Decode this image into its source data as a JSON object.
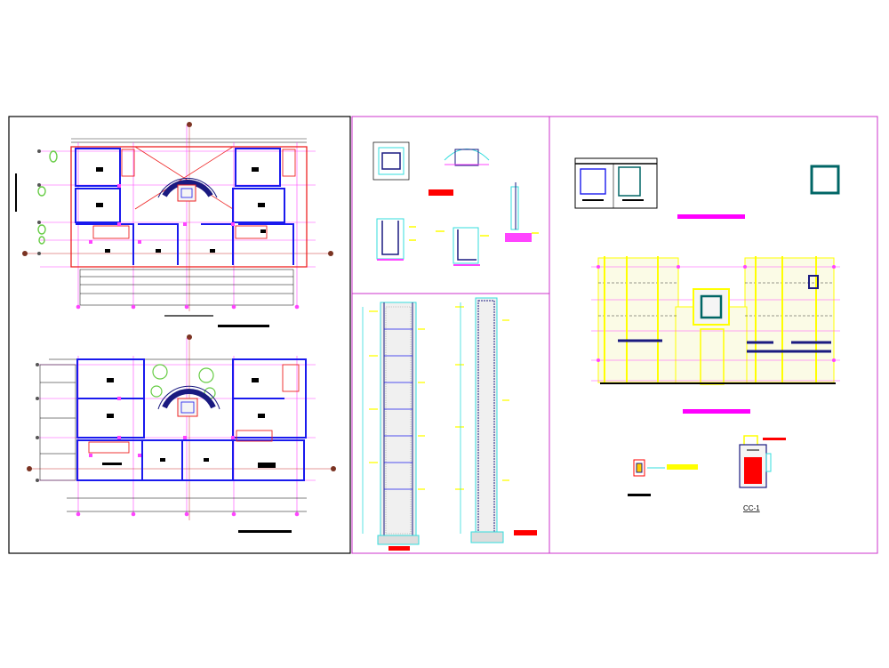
{
  "colors": {
    "background": "#ffffff",
    "sheet_border_left": "#000000",
    "sheet_border_magenta": "#cc33cc",
    "wall_red": "#ee2222",
    "wall_blue": "#1a1aee",
    "wall_navy": "#1a1a80",
    "grid_pink": "#ff44ff",
    "dim_black": "#000000",
    "yellow": "#ffff00",
    "cyan": "#33dddd",
    "green_tree": "#66cc44",
    "label_red": "#ff0000",
    "label_magenta": "#ff00ff",
    "hatch_grey": "#999999",
    "teal": "#006666"
  },
  "drawing": {
    "type": "architectural-cad-sheet",
    "panels": [
      {
        "id": "floor-plans",
        "contents": [
          "first-floor-plan",
          "second-floor-plan"
        ]
      },
      {
        "id": "column-details",
        "contents": [
          "section-details",
          "elevation-details"
        ]
      },
      {
        "id": "foundation-plan",
        "contents": [
          "detail-tables",
          "foundation-layout",
          "column-detail"
        ]
      }
    ]
  },
  "labels": {
    "column_detail_caption": "CC-1"
  }
}
